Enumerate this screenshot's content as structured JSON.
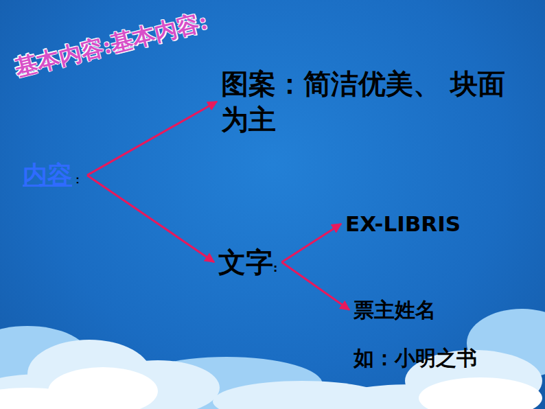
{
  "diagram": {
    "title": "基本内容:基本内容:",
    "nodes": [
      {
        "text": [
          "内容",
          "："
        ]
      },
      {
        "text": [
          "图案：简洁优美、 块面为主"
        ]
      },
      {
        "text": [
          "文字",
          ":"
        ]
      },
      {
        "text": [
          "EX-LIBRIS"
        ]
      },
      {
        "text": [
          "票主姓名"
        ]
      }
    ],
    "edges": [
      {
        "from": 0,
        "to": 1,
        "arrow": "to"
      },
      {
        "from": 0,
        "to": 2,
        "arrow": "to"
      },
      {
        "from": 2,
        "to": 3,
        "arrow": "to"
      },
      {
        "from": 2,
        "to": 4,
        "arrow": "to"
      }
    ],
    "labels": [
      "如：小明之书"
    ]
  }
}
